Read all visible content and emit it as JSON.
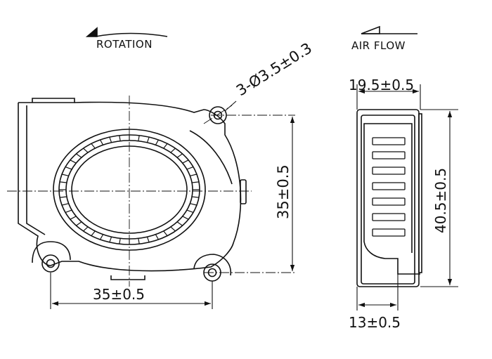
{
  "labels": {
    "rotation": "ROTATION",
    "air_flow": "AIR FLOW",
    "hole_spec": "3-Ø3.5±0.3",
    "dim_width_front": "35±0.5",
    "dim_height_front": "35±0.5",
    "dim_thickness_top": "19.5±0.5",
    "dim_height_side": "40.5±0.5",
    "dim_outlet_width": "13±0.5"
  },
  "colors": {
    "ink": "#111111",
    "background": "#ffffff"
  }
}
